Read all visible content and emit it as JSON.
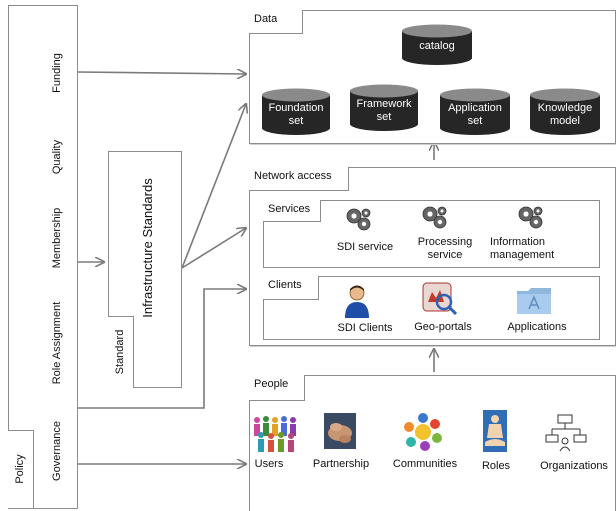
{
  "policy": {
    "label": "Policy",
    "items": [
      "Funding",
      "Quality",
      "Membership",
      "Role Assignment",
      "Governance"
    ]
  },
  "standard": {
    "label": "Standard",
    "title": "Infrastructure Standards"
  },
  "data_box": {
    "label": "Data",
    "catalog": "catalog",
    "sets": [
      {
        "line1": "Foundation",
        "line2": "set"
      },
      {
        "line1": "Framework",
        "line2": "set"
      },
      {
        "line1": "Application",
        "line2": "set"
      },
      {
        "line1": "Knowledge",
        "line2": "model"
      }
    ]
  },
  "network": {
    "label": "Network access",
    "services": {
      "label": "Services",
      "items": [
        {
          "line1": "SDI service",
          "line2": ""
        },
        {
          "line1": "Processing",
          "line2": "service"
        },
        {
          "line1": "Information",
          "line2": "management"
        }
      ]
    },
    "clients": {
      "label": "Clients",
      "items": [
        "SDI Clients",
        "Geo-portals",
        "Applications"
      ]
    }
  },
  "people": {
    "label": "People",
    "items": [
      "Users",
      "Partnership",
      "Communities",
      "Roles",
      "Organizations"
    ]
  },
  "colors": {
    "line": "#8c8c8c",
    "arrow": "#7a7a7a",
    "cylinder": "#222222"
  }
}
